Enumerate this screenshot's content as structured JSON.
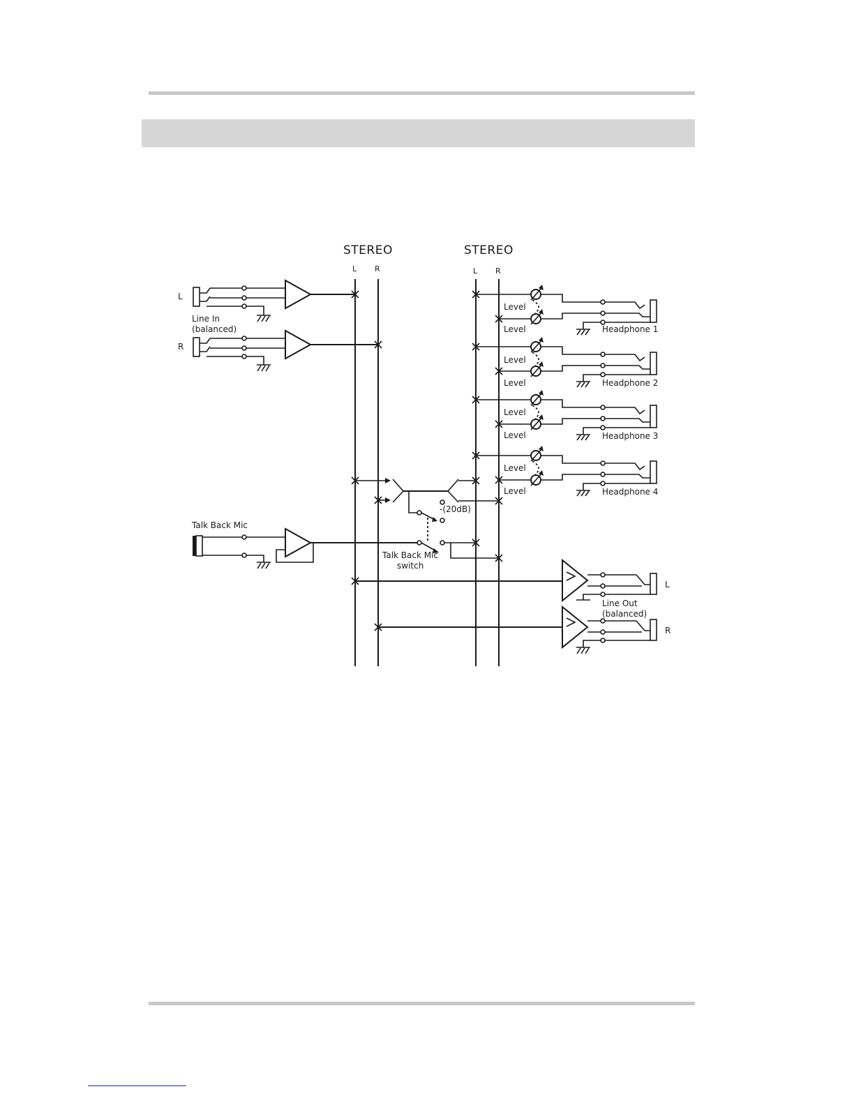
{
  "diagram": {
    "bus_left": {
      "title": "STEREO",
      "l": "L",
      "r": "R"
    },
    "bus_right": {
      "title": "STEREO",
      "l": "L",
      "r": "R"
    },
    "line_in": {
      "label_l": "L",
      "label_r": "R",
      "name": "Line In",
      "sub": "(balanced)"
    },
    "talkback": {
      "mic": "Talk Back Mic",
      "switch_line1": "Talk Back Mic",
      "switch_line2": "switch",
      "pad": "-(20dB)"
    },
    "headphones": [
      {
        "name": "Headphone 1",
        "level_a": "Level",
        "level_b": "Level"
      },
      {
        "name": "Headphone 2",
        "level_a": "Level",
        "level_b": "Level"
      },
      {
        "name": "Headphone 3",
        "level_a": "Level",
        "level_b": "Level"
      },
      {
        "name": "Headphone 4",
        "level_a": "Level",
        "level_b": "Level"
      }
    ],
    "line_out": {
      "name": "Line Out",
      "sub": "(balanced)",
      "label_l": "L",
      "label_r": "R"
    }
  }
}
